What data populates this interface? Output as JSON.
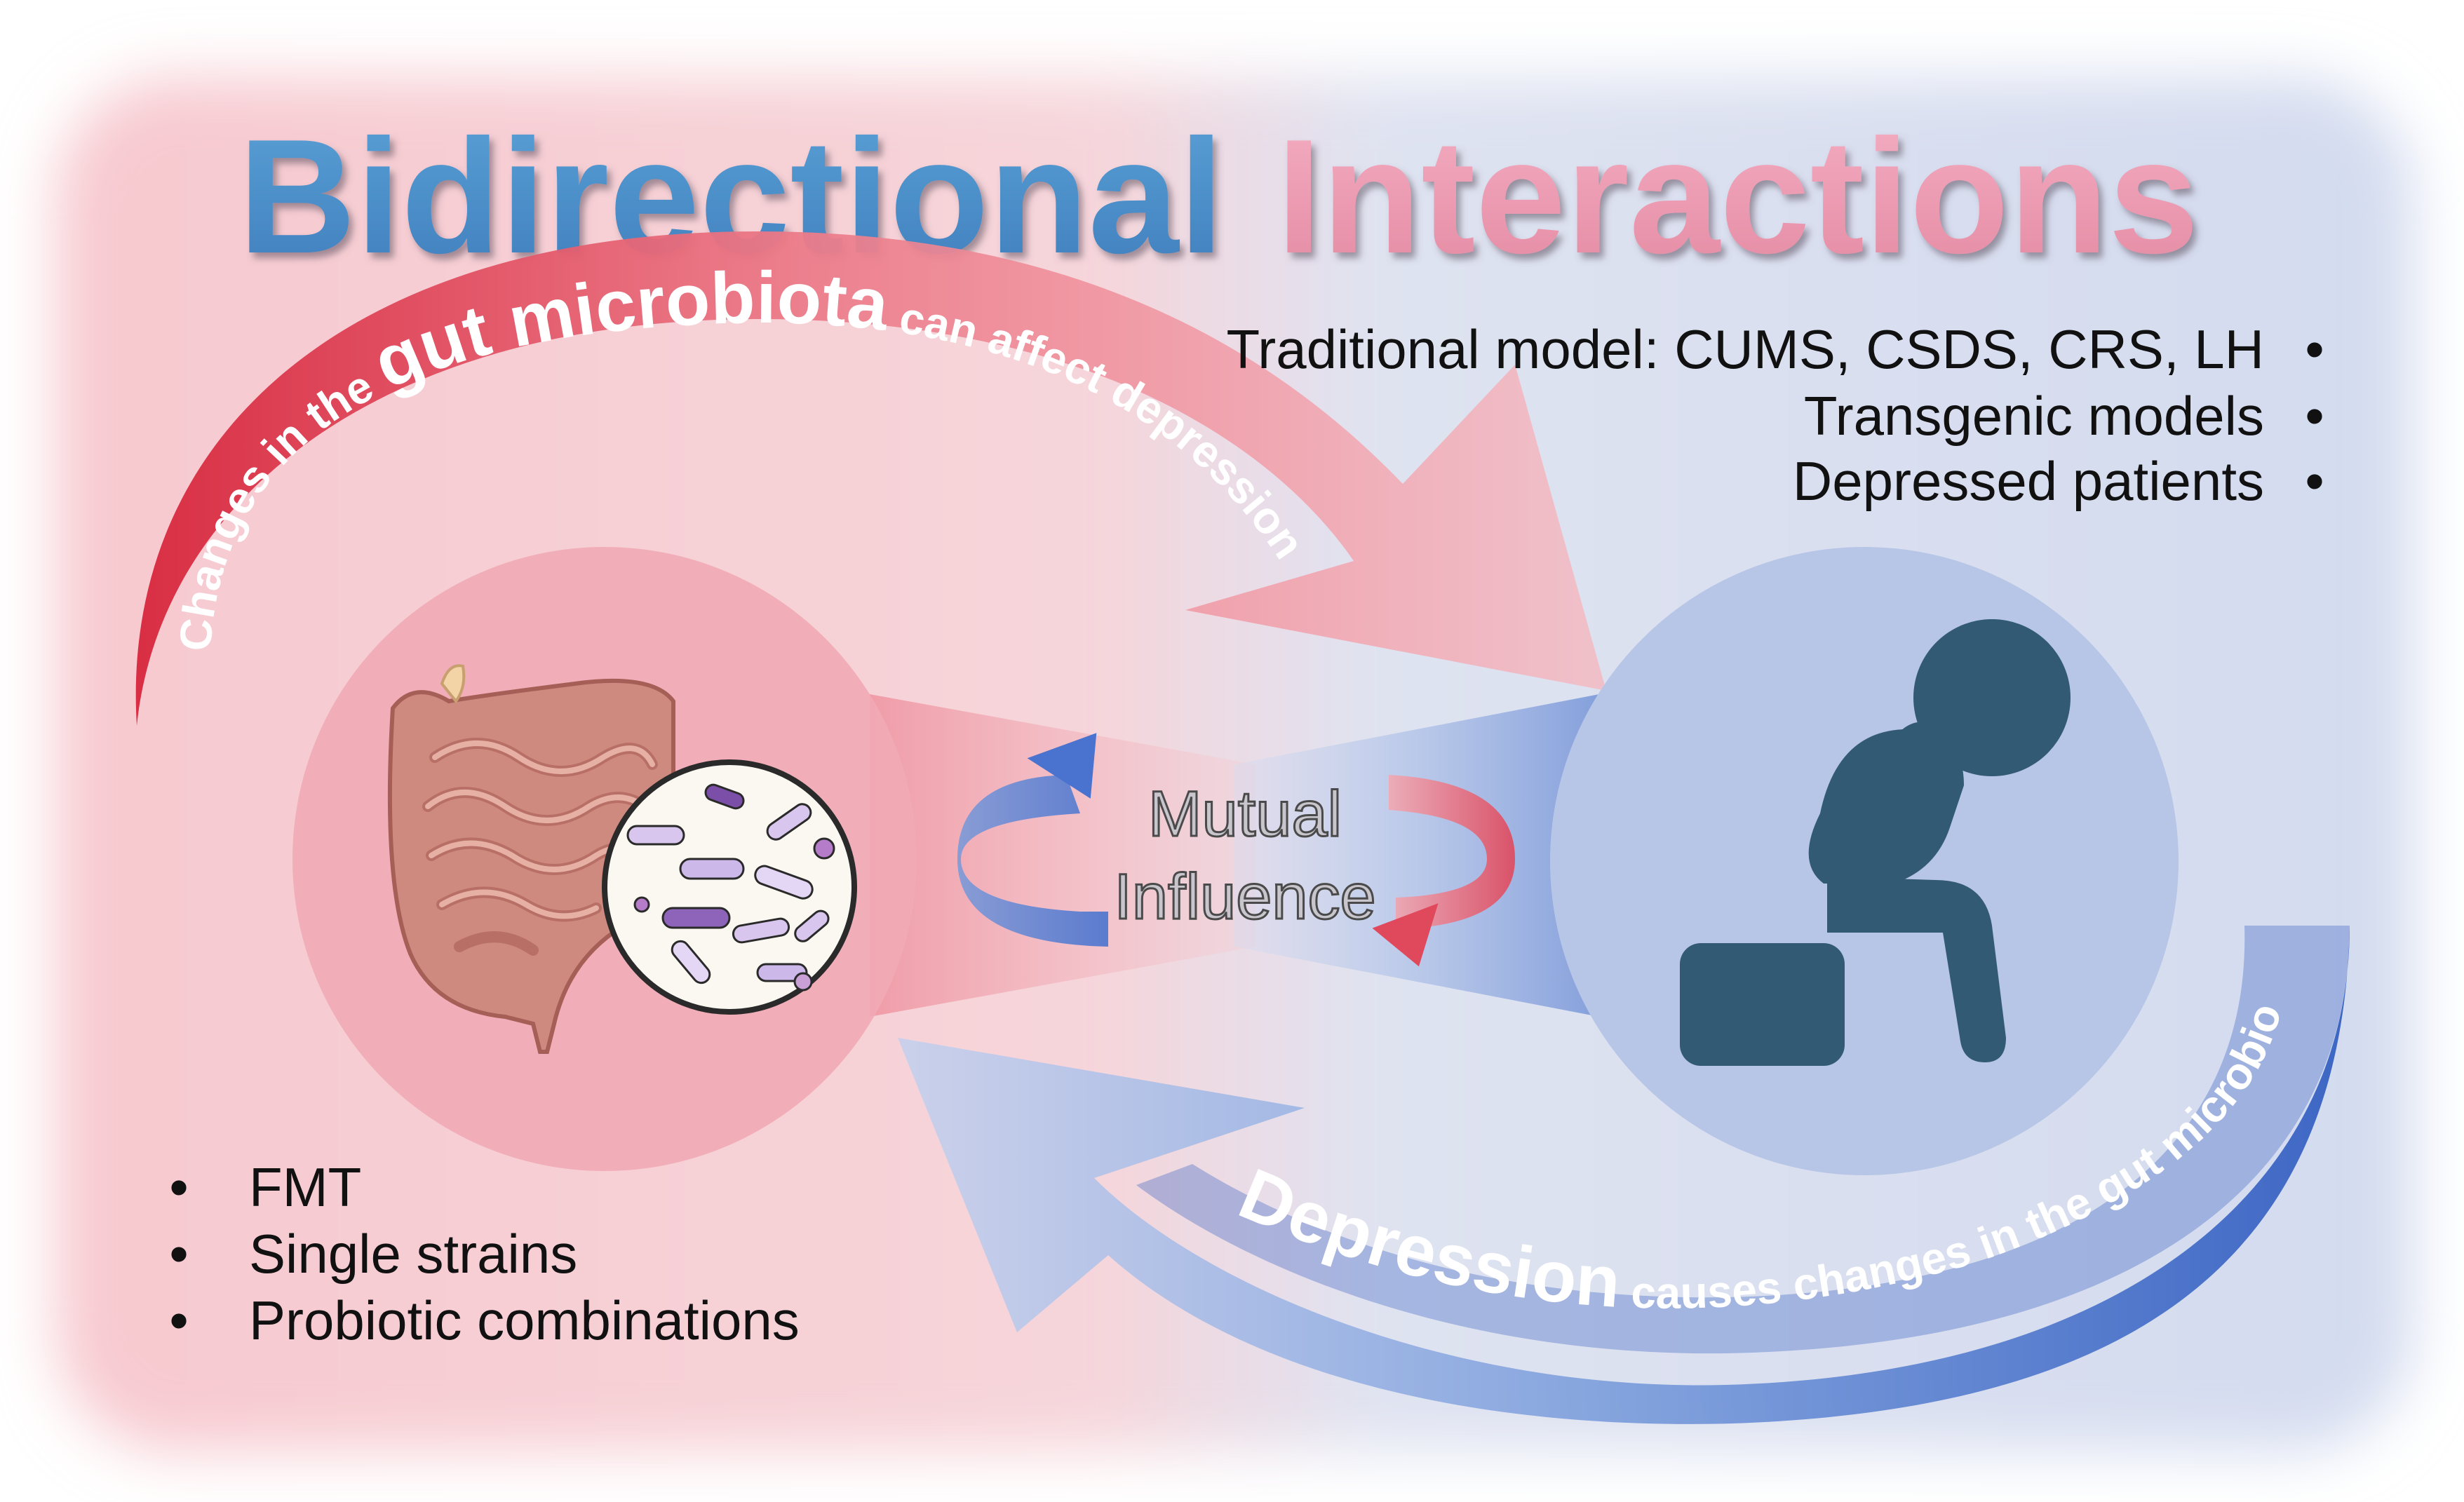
{
  "title": {
    "word_left": "Bidirectional",
    "word_right": "Interactions"
  },
  "top_arrow": {
    "prefix": "Changes in the ",
    "emphasis": "gut microbiota",
    "suffix": " can affect depression"
  },
  "bottom_arrow": {
    "emphasis": "Depression",
    "suffix": " causes changes in the gut microbiota"
  },
  "center": {
    "line1": "Mutual",
    "line2": "Influence"
  },
  "right_list": [
    "Traditional model: CUMS, CSDS, CRS, LH",
    "Transgenic models",
    "Depressed patients"
  ],
  "left_list": [
    "FMT",
    "Single strains",
    "Probiotic combinations"
  ],
  "bullet_char": "•",
  "icons": {
    "gut": "intestine-icon",
    "microbe": "bacteria-magnifier-icon",
    "person": "depressed-person-icon"
  },
  "colors": {
    "pink_side": "#f4c3cb",
    "blue_side": "#c9d4ec",
    "red_arrow": "#d42a3d",
    "blue_arrow": "#3f69c7",
    "title_blue": "#5b9bd0",
    "title_pink": "#e99ab0",
    "person": "#335a74",
    "gut": "#d99a8e"
  }
}
